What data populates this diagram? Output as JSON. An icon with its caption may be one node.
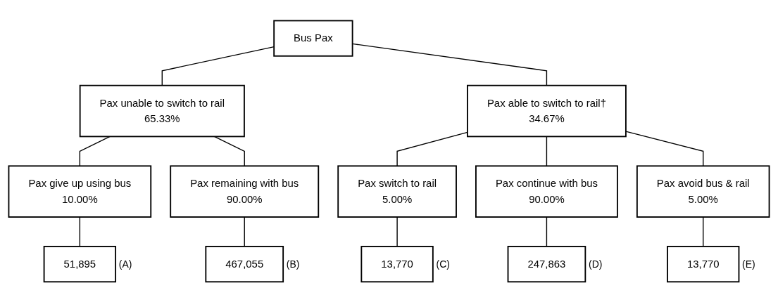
{
  "diagram": {
    "nodes": [
      {
        "text": [
          "Bus Pax"
        ]
      },
      {
        "text": [
          "Pax unable to switch to rail",
          "65.33%"
        ]
      },
      {
        "text": [
          "Pax able to switch to rail†",
          "34.67%"
        ]
      },
      {
        "text": [
          "Pax give up using bus",
          "10.00%"
        ]
      },
      {
        "text": [
          "Pax remaining with bus",
          "90.00%"
        ]
      },
      {
        "text": [
          "Pax switch to rail",
          "5.00%"
        ]
      },
      {
        "text": [
          "Pax continue with bus",
          "90.00%"
        ]
      },
      {
        "text": [
          "Pax avoid bus & rail",
          "5.00%"
        ]
      },
      {
        "text": [
          "51,895"
        ],
        "beside": [
          "(A)"
        ]
      },
      {
        "text": [
          "467,055"
        ],
        "beside": [
          "(B)"
        ]
      },
      {
        "text": [
          "13,770"
        ],
        "beside": [
          "(C)"
        ]
      },
      {
        "text": [
          "247,863"
        ],
        "beside": [
          "(D)"
        ]
      },
      {
        "text": [
          "13,770"
        ],
        "beside": [
          "(E)"
        ]
      }
    ],
    "edges": [
      {
        "from": 0,
        "to": 1,
        "arrow": "none"
      },
      {
        "from": 0,
        "to": 2,
        "arrow": "none"
      },
      {
        "from": 1,
        "to": 3,
        "arrow": "none"
      },
      {
        "from": 1,
        "to": 4,
        "arrow": "none"
      },
      {
        "from": 2,
        "to": 5,
        "arrow": "none"
      },
      {
        "from": 2,
        "to": 6,
        "arrow": "none"
      },
      {
        "from": 2,
        "to": 7,
        "arrow": "none"
      },
      {
        "from": 3,
        "to": 8,
        "arrow": "none"
      },
      {
        "from": 4,
        "to": 9,
        "arrow": "none"
      },
      {
        "from": 5,
        "to": 10,
        "arrow": "none"
      },
      {
        "from": 6,
        "to": 11,
        "arrow": "none"
      },
      {
        "from": 7,
        "to": 12,
        "arrow": "none"
      }
    ]
  }
}
